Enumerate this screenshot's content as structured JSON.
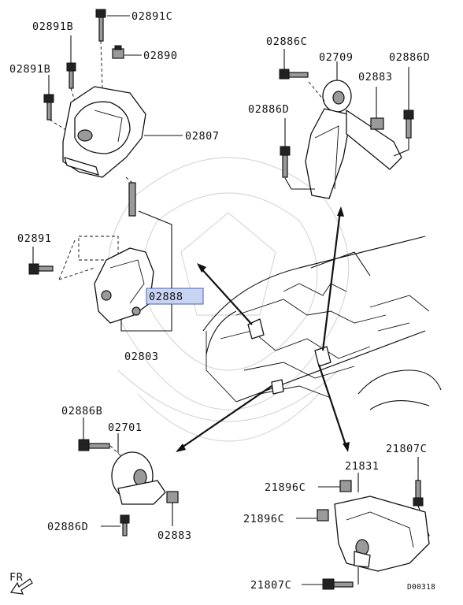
{
  "diagram_id": "D00318",
  "front_indicator": "FR",
  "callouts": {
    "p02891C": "02891C",
    "p02891B_a": "02891B",
    "p02890": "02890",
    "p02891B_b": "02891B",
    "p02807": "02807",
    "p02891": "02891",
    "p02888": "02888",
    "p02803": "02803",
    "p02886C": "02886C",
    "p02709": "02709",
    "p02886D_a": "02886D",
    "p02883_a": "02883",
    "p02886D_b": "02886D",
    "p02886B": "02886B",
    "p02701": "02701",
    "p02886D_c": "02886D",
    "p02883_b": "02883",
    "p21807C_a": "21807C",
    "p21831": "21831",
    "p21896C_a": "21896C",
    "p21896C_b": "21896C",
    "p21807C_b": "21807C"
  },
  "highlighted_callout": "02888",
  "colors": {
    "highlight_fill": "#c9d4f3",
    "highlight_border": "#4a5fa8",
    "line": "#111111"
  }
}
